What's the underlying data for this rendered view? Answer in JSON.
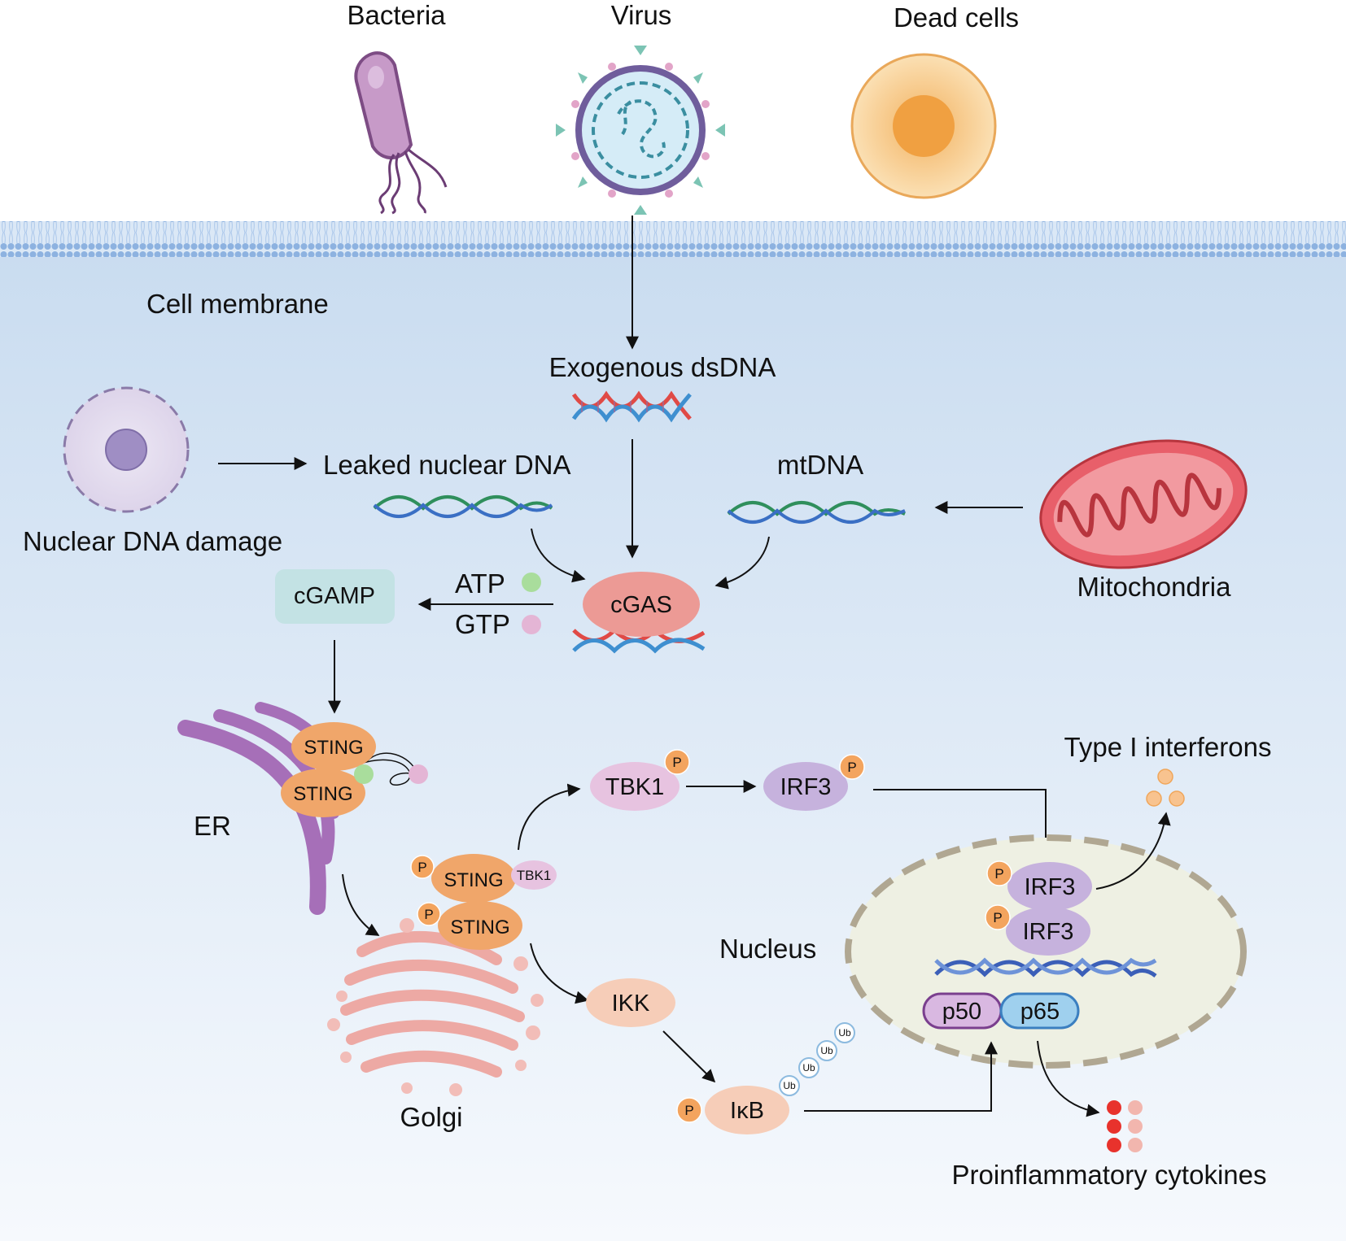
{
  "sources": {
    "bacteria": "Bacteria",
    "virus": "Virus",
    "dead_cells": "Dead cells"
  },
  "labels": {
    "cell_membrane": "Cell membrane",
    "exogenous_dsdna": "Exogenous dsDNA",
    "leaked_nuclear_dna": "Leaked nuclear DNA",
    "nuclear_dna_damage": "Nuclear DNA damage",
    "mtdna": "mtDNA",
    "mitochondria": "Mitochondria",
    "cgamp": "cGAMP",
    "atp": "ATP",
    "gtp": "GTP",
    "cgas": "cGAS",
    "er": "ER",
    "golgi": "Golgi",
    "nucleus": "Nucleus",
    "type1_ifn": "Type I interferons",
    "proinflammatory": "Proinflammatory cytokines"
  },
  "proteins": {
    "sting": "STING",
    "tbk1": "TBK1",
    "irf3": "IRF3",
    "ikk": "IKK",
    "ikb": "IκB",
    "p50": "p50",
    "p65": "p65",
    "phospho": "P",
    "ub": "Ub"
  },
  "colors": {
    "background_top": "#c9dcf0",
    "background_bottom": "#f4f8fd",
    "membrane": "#8fb4e2",
    "sting": "#f0a66a",
    "tbk1": "#e7c3e0",
    "irf3": "#c6b2dd",
    "ikk": "#f6cdb8",
    "cgas": "#ec9a95",
    "cgamp_box": "#c3e2e4",
    "nucleus_fill": "#eef0e3",
    "phospho": "#f3a45e",
    "p50": "#d9b8e1",
    "p65": "#9fd0ee"
  }
}
